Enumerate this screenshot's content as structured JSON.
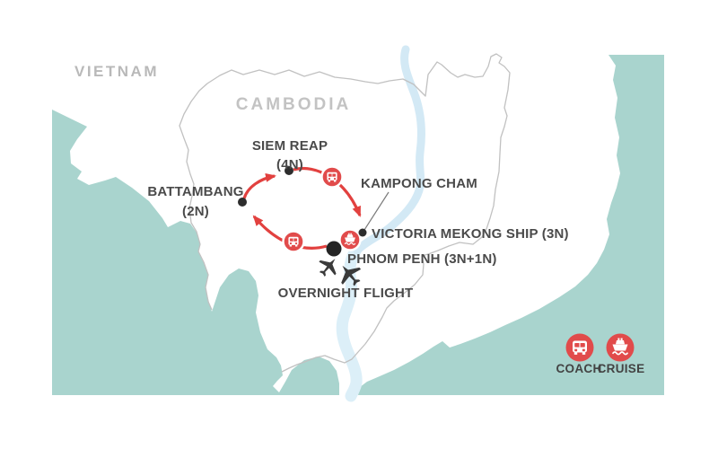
{
  "title": "Cambodia tour route map",
  "regions": {
    "vietnam": "VIETNAM",
    "cambodia": "CAMBODIA"
  },
  "stops": {
    "siem_reap": {
      "name": "SIEM REAP",
      "nights": "(4N)"
    },
    "battambang": {
      "name": "BATTAMBANG",
      "nights": "(2N)"
    },
    "kampong_cham": {
      "name": "KAMPONG CHAM"
    },
    "phnom_penh": {
      "name": "PHNOM PENH (3N+1N)"
    },
    "victoria_mekong": {
      "name": "VICTORIA MEKONG SHIP (3N)"
    },
    "overnight_flight": {
      "name": "OVERNIGHT FLIGHT"
    }
  },
  "legend": {
    "coach": "COACH",
    "cruise": "CRUISE"
  },
  "icons": [
    "coach-bus-icon",
    "cruise-ship-icon",
    "airplane-icon"
  ],
  "colors": {
    "water": "#a9d4ce",
    "river_upper": "#d3e9f5",
    "river_lower": "#dceff8",
    "country_border": "#c1c1c1",
    "route_red": "#e2413f",
    "icon_red": "#e14b4b",
    "stop_dot": "#2d2d2d",
    "label_dark": "#4a4a4a",
    "region_label_gray": "#b9b9b9"
  }
}
